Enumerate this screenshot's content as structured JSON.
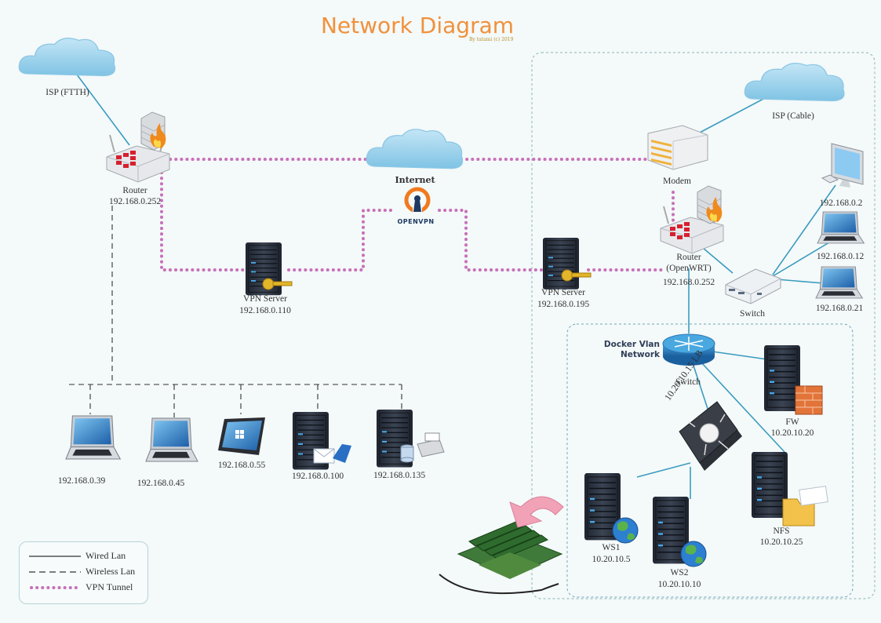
{
  "title": "Network Diagram",
  "credit": "By tatami (c) 2019",
  "nodes": {
    "isp_ftth": {
      "label": "ISP (FTTH)"
    },
    "router_left": {
      "label": "Router",
      "ip": "192.168.0.252"
    },
    "internet": {
      "label": "Internet",
      "vpn_logo": "OPENVPN"
    },
    "vpn_server_left": {
      "label": "VPN Server",
      "ip": "192.168.0.110"
    },
    "vpn_server_right": {
      "label": "VPN Server",
      "ip": "192.168.0.195"
    },
    "isp_cable": {
      "label": "ISP (Cable)"
    },
    "modem": {
      "label": "Modem"
    },
    "router_right": {
      "label": "Router\n(OpenWRT)",
      "ip": "192.168.0.252"
    },
    "switch_top": {
      "label": "Switch"
    },
    "pc": {
      "ip": "192.168.0.2"
    },
    "laptop_r1": {
      "ip": "192.168.0.12"
    },
    "laptop_r2": {
      "ip": "192.168.0.21"
    },
    "docker_net": {
      "label": "Docker Vlan\nNetwork"
    },
    "switch_docker": {
      "label": "Switch"
    },
    "lb": {
      "label": "LB",
      "ip": "10.20.10.15"
    },
    "fw": {
      "label": "FW",
      "ip": "10.20.10.20"
    },
    "nfs": {
      "label": "NFS",
      "ip": "10.20.10.25"
    },
    "ws1": {
      "label": "WS1",
      "ip": "10.20.10.5"
    },
    "ws2": {
      "label": "WS2",
      "ip": "10.20.10.10"
    },
    "wl_laptop1": {
      "ip": "192.168.0.39"
    },
    "wl_laptop2": {
      "ip": "192.168.0.45"
    },
    "wl_tablet": {
      "ip": "192.168.0.55"
    },
    "wl_media_server": {
      "ip": "192.168.0.100"
    },
    "wl_db_server": {
      "ip": "192.168.0.135"
    }
  },
  "legend": {
    "wired": "Wired Lan",
    "wireless": "Wireless Lan",
    "vpn": "VPN Tunnel"
  },
  "colors": {
    "title": "#f0913c",
    "wired": "#3a9cbf",
    "vpn": "#c870b8",
    "cloud": "#9fd3ec",
    "server": "#2d3440",
    "router": "#e3e6ea",
    "fortinet_red": "#d81f2e"
  }
}
